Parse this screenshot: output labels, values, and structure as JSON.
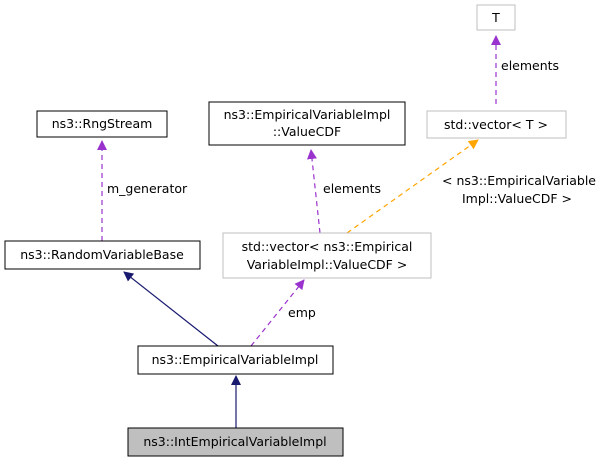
{
  "colors": {
    "inheritance_edge": "#191970",
    "usage_edge": "#9a32cd",
    "template_edge": "#ffa500",
    "node_border_normal": "#000000",
    "node_border_template": "#bfbfbf",
    "highlight_fill": "#bfbfbf"
  },
  "nodes": {
    "t": {
      "label": "T"
    },
    "vector_t": {
      "label": "std::vector< T >"
    },
    "rngstream": {
      "label": "ns3::RngStream"
    },
    "valuecdf": {
      "line1": "ns3::EmpiricalVariableImpl",
      "line2": "::ValueCDF"
    },
    "randombase": {
      "label": "ns3::RandomVariableBase"
    },
    "vector_cdf": {
      "line1": "std::vector< ns3::Empirical",
      "line2": "VariableImpl::ValueCDF >"
    },
    "empirical": {
      "label": "ns3::EmpiricalVariableImpl"
    },
    "intempirical": {
      "label": "ns3::IntEmpiricalVariableImpl"
    }
  },
  "edge_labels": {
    "t_to_vector": "elements",
    "rng_to_base": "m_generator",
    "cdf_to_vector": "elements",
    "template_line1": "< ns3::EmpiricalVariable",
    "template_line2": "Impl::ValueCDF >",
    "vector_to_empirical": "emp"
  }
}
